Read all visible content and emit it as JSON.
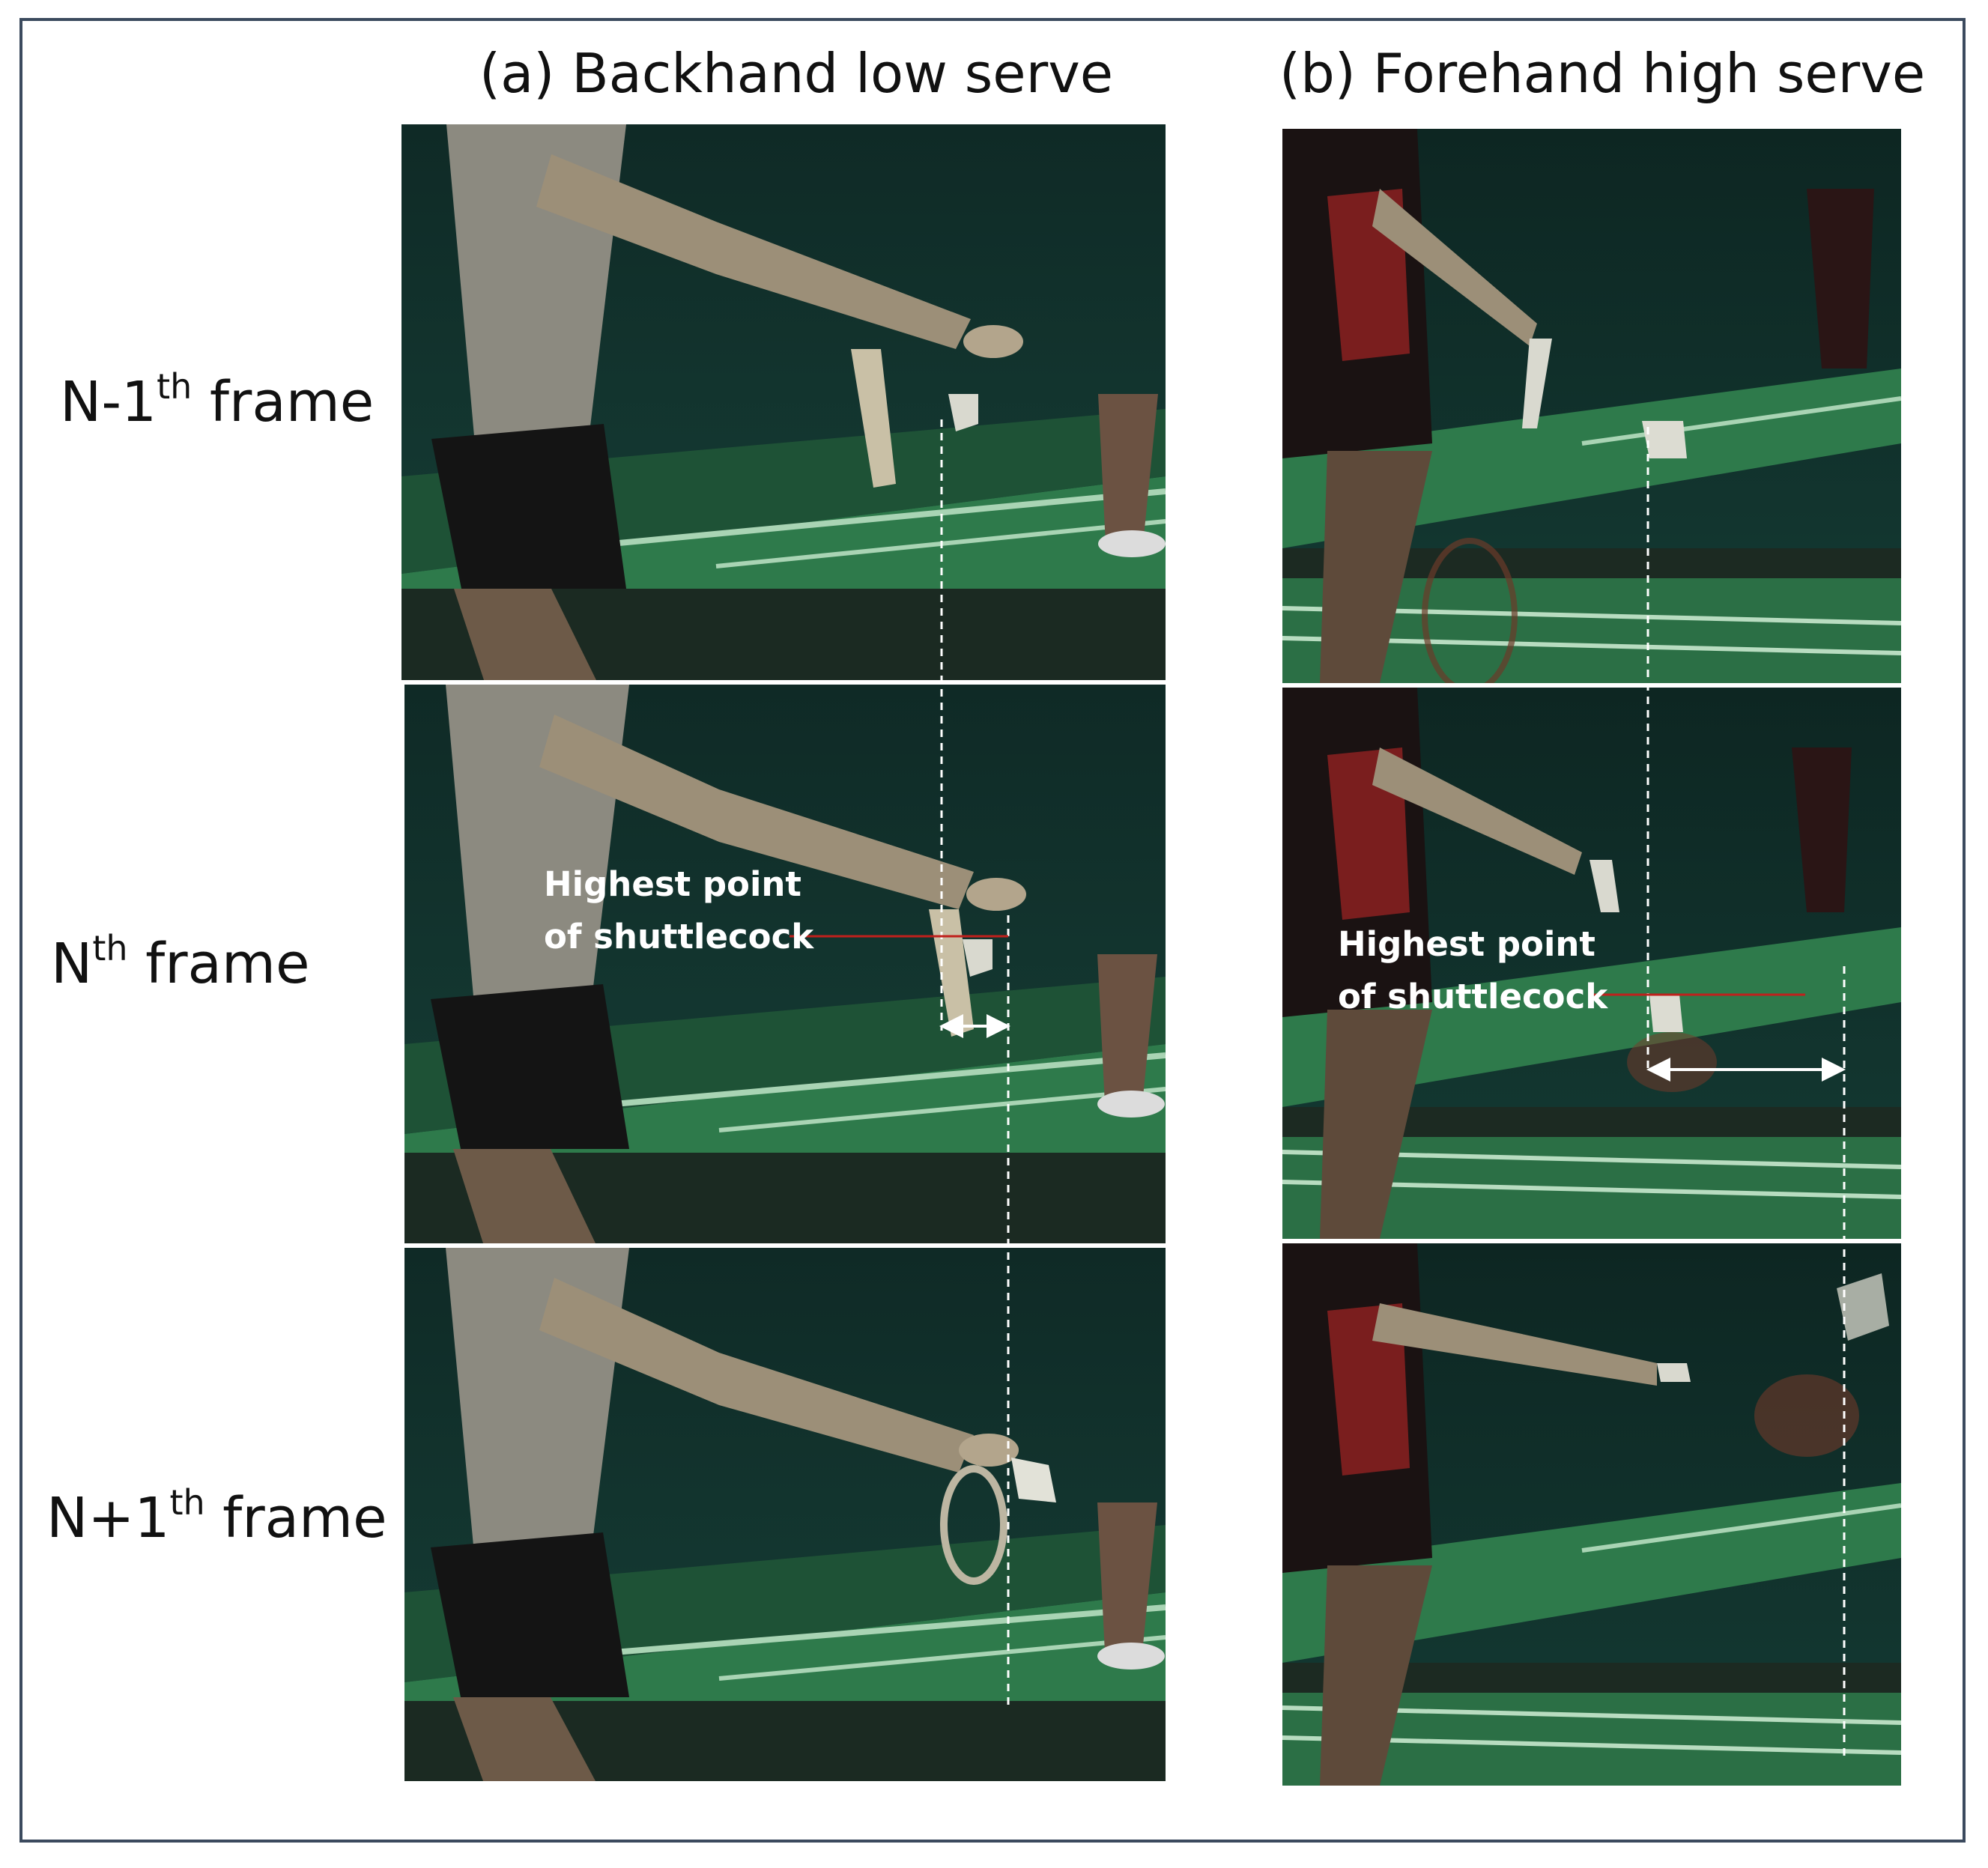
{
  "columns": [
    {
      "title": "(a) Backhand low serve"
    },
    {
      "title": "(b) Forehand high serve"
    }
  ],
  "rows": [
    {
      "prefix": "N-1",
      "sup": "th",
      "suffix": " frame"
    },
    {
      "prefix": "N",
      "sup": "th",
      "suffix": " frame"
    },
    {
      "prefix": "N+1",
      "sup": "th",
      "suffix": " frame"
    }
  ],
  "annotations": {
    "a": {
      "line1": "Highest point",
      "line2": "of shuttlecock"
    },
    "b": {
      "line1": "Highest point",
      "line2": "of shuttlecock"
    }
  },
  "colors": {
    "border": "#3b4a5e",
    "court_green": "#2f7a4c",
    "wall_teal": "#123a33",
    "highest_point_line": "#c0201c",
    "guide_line": "#ffffff"
  }
}
